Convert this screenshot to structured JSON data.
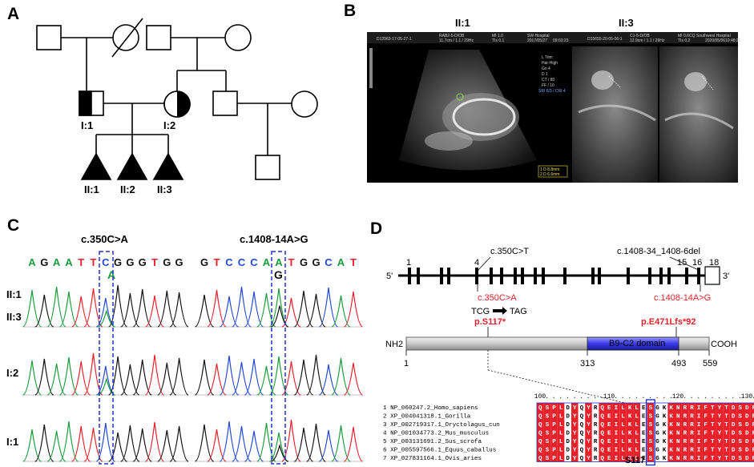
{
  "panels": {
    "a": "A",
    "b": "B",
    "c": "C",
    "d": "D"
  },
  "pedigree": {
    "labels": {
      "i1": "I:1",
      "i2": "I:2",
      "ii1": "II:1",
      "ii2": "II:2",
      "ii3": "II:3"
    }
  },
  "ultrasound": {
    "left_label": "II:1",
    "right_label": "II:3",
    "left_header": {
      "id": "D12969-17-05-27-1",
      "probe": "RAB2-5-D/OB",
      "depth": "11.7cm / 1.1 / 29Hz",
      "mi": "MI 1.0",
      "tis": "TIs 0.1",
      "hospital": "SW Hospital",
      "date": "2017/05/27",
      "time": "09:03:23"
    },
    "right_header": {
      "id": "D15655-20-05-06-1",
      "probe": "C1-5-D/OB",
      "depth": "12.9cm / 1.1 / 29Hz",
      "mi": "MI 0.6",
      "tis": "TIs 0.2",
      "hospital": "CQ Southwest Hospital",
      "date": "2020/05/06",
      "time": "10:48:22"
    },
    "left_settings": [
      "L Trim",
      "Har-High",
      "Gn 4",
      "D 1",
      "CT / 80",
      "FF / 10",
      "SRI 6/3 / CRI 4"
    ],
    "left_measure": [
      "1 D 8.8mm",
      "2 D 6.6mm"
    ]
  },
  "chromatogram": {
    "left_title": "c.350C>A",
    "right_title": "c.1408-14A>G",
    "left_seq": [
      "A",
      "G",
      "A",
      "A",
      "T",
      "T",
      "C",
      "G",
      "G",
      "G",
      "T",
      "G",
      "G"
    ],
    "right_seq": [
      "G",
      "T",
      "C",
      "C",
      "C",
      "A",
      "A",
      "T",
      "G",
      "G",
      "C",
      "A",
      "T"
    ],
    "left_alt": "A",
    "right_alt": "G",
    "row_labels": [
      "II:1",
      "II:3",
      "I:2",
      "I:1"
    ]
  },
  "gene": {
    "variant_top": "c.350C>T",
    "variant_top_right": "c.1408-34_1408-6del",
    "variant_red_left": "c.350C>A",
    "variant_red_right": "c.1408-14A>G",
    "strand_5": "5'",
    "strand_3": "3'",
    "exons": [
      "1",
      "4",
      "15",
      "16",
      "18"
    ],
    "codon_from": "TCG",
    "codon_to": "TAG",
    "protein_left": "p.S117*",
    "protein_right": "p.E471Lfs*92",
    "domain_label": "B9-C2 domain",
    "nh2": "NH2",
    "cooh": "COOH",
    "positions": [
      "1",
      "313",
      "493",
      "559"
    ]
  },
  "alignment": {
    "ruler": [
      "100",
      "110",
      "120",
      "130"
    ],
    "species": [
      "1 NP_060247.2_Homo_sapiens",
      "2 XP_004041318.1_Gorilla",
      "3 XP_002719317.1_Oryctolagus_cun",
      "4 NP_001034773.2_Mus_musculus",
      "5 XP_003131691.2_Sus_scrofa",
      "6 XP_005597566.1_Equus_caballus",
      "7 XP_027831164.1_Ovis_aries"
    ],
    "sequence": "QSPLDYQYRQEILKLESGKKNRRIFTYTDSDRYT",
    "site_label": "S117"
  },
  "colors": {
    "base_A": "#1a9b3c",
    "base_C": "#2448d6",
    "base_G": "#111111",
    "base_T": "#e8202a",
    "highlight_box": "#2233cc",
    "domain_fill": "#3a3ae8",
    "alignment_red": "#e8202a"
  }
}
